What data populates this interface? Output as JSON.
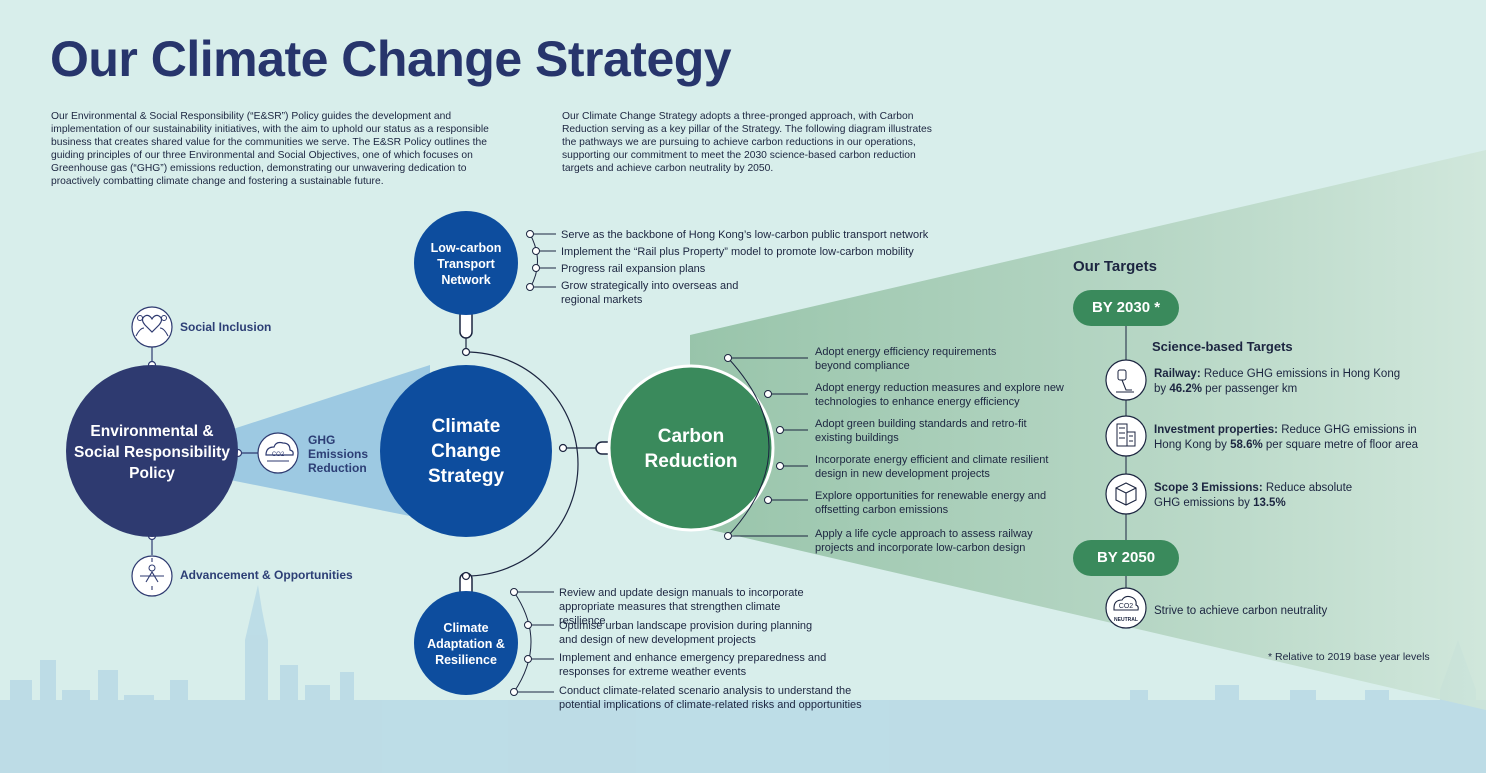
{
  "page": {
    "title": "Our Climate Change Strategy",
    "intro_left": "Our Environmental & Social Responsibility (“E&SR”) Policy guides the development and implementation of our sustainability initiatives, with the aim to uphold our status as a responsible business that creates shared value for the communities we serve. The E&SR Policy outlines the guiding principles of our three Environmental and Social Objectives, one of which focuses on Greenhouse gas (“GHG”) emissions reduction, demonstrating our unwavering dedication to proactively combatting climate change and fostering a sustainable future.",
    "intro_right": "Our Climate Change Strategy adopts a three-pronged approach, with Carbon Reduction serving as a key pillar of the Strategy. The following diagram illustrates the pathways we are pursuing to achieve carbon reductions in our operations, supporting our commitment to meet the 2030 science-based carbon reduction targets and achieve carbon neutrality by 2050."
  },
  "policy": {
    "label": "Environmental & Social Responsibility Policy",
    "objectives": {
      "social_inclusion": "Social Inclusion",
      "ghg": "GHG Emissions Reduction",
      "advancement": "Advancement & Opportunities"
    }
  },
  "strategy": {
    "label": "Climate Change Strategy"
  },
  "transport": {
    "label": "Low-carbon Transport Network",
    "items": [
      "Serve as the backbone of Hong Kong’s low-carbon public transport network",
      "Implement the “Rail plus Property” model to promote low-carbon mobility",
      "Progress rail expansion plans",
      "Grow strategically into overseas and regional markets"
    ]
  },
  "adaptation": {
    "label": "Climate Adaptation & Resilience",
    "items": [
      "Review and update design manuals to incorporate appropriate measures that strengthen climate resilience",
      "Optimise urban landscape provision during planning and design of new development projects",
      "Implement and enhance emergency preparedness and responses for extreme weather events",
      "Conduct climate-related scenario analysis to understand the potential implications of climate-related risks and opportunities"
    ]
  },
  "carbon": {
    "label": "Carbon Reduction",
    "items": [
      "Adopt energy efficiency requirements beyond compliance",
      "Adopt energy reduction measures and explore new technologies to enhance energy efficiency",
      "Adopt green building standards and retro-fit existing buildings",
      "Incorporate energy efficient and climate resilient design in new development projects",
      "Explore opportunities for renewable energy and offsetting carbon emissions",
      "Apply a life cycle approach to assess railway projects and incorporate low-carbon design"
    ]
  },
  "targets": {
    "heading": "Our Targets",
    "by2030": "BY 2030 *",
    "sbt_heading": "Science-based Targets",
    "railway": {
      "label": "Railway:",
      "pre": "Reduce GHG emissions in Hong Kong by",
      "value": "46.2%",
      "post": "per passenger km"
    },
    "investment": {
      "label": "Investment properties:",
      "pre": "Reduce GHG emissions in Hong Kong by",
      "value": "58.6%",
      "post": "per square metre of floor area"
    },
    "scope3": {
      "label": "Scope 3 Emissions:",
      "pre": "Reduce absolute GHG emissions by",
      "value": "13.5%"
    },
    "by2050": "BY 2050",
    "neutral_icon_text": "NEUTRAL",
    "neutral": "Strive to achieve carbon neutrality",
    "footnote": "* Relative to 2019 base year levels"
  },
  "colors": {
    "background": "#d8eeeb",
    "policy_navy": "#2e3a70",
    "strategy_blue": "#0d4d9e",
    "carbon_green": "#3a8a5c",
    "fan_green": "#9fc7ad",
    "fan_blue": "#8fbfe0",
    "title_navy": "#27356c"
  },
  "icons": [
    "social-inclusion-icon",
    "ghg-reduction-icon",
    "advancement-icon",
    "railway-icon",
    "building-icon",
    "box-icon",
    "co2-neutral-icon"
  ]
}
